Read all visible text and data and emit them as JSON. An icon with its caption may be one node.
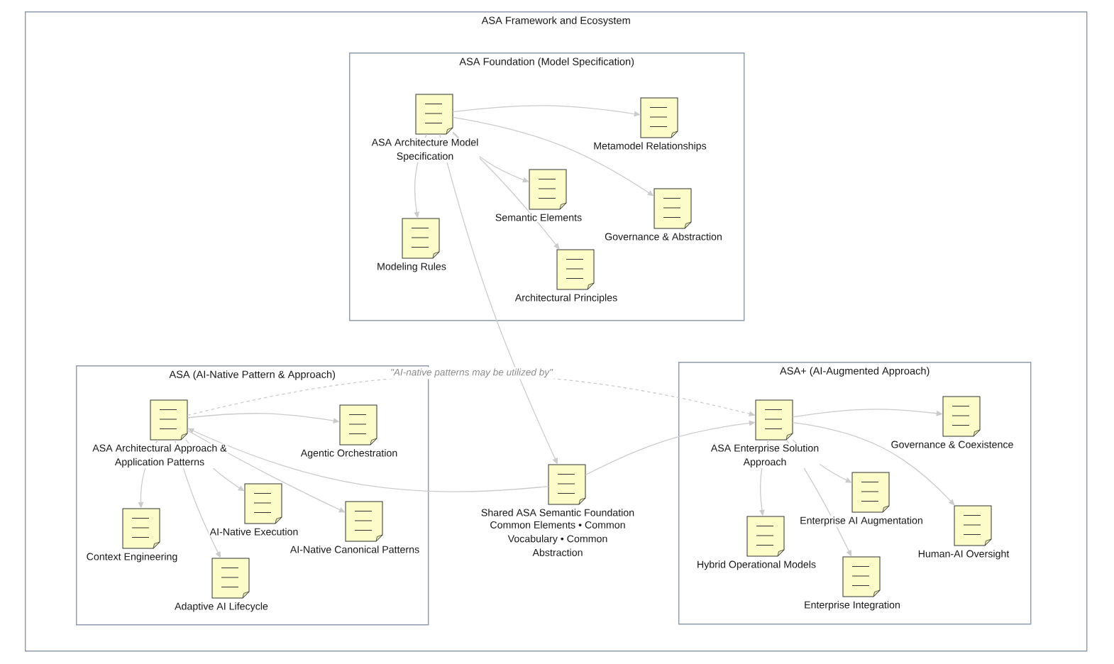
{
  "diagram": {
    "nodes": [
      {
        "text": [
          "ASA Framework and Ecosystem"
        ]
      },
      {
        "text": [
          "ASA Foundation (Model Specification)"
        ],
        "in": 0
      },
      {
        "text": [
          "ASA Architecture Model Specification"
        ],
        "in": 1
      },
      {
        "text": [
          "Metamodel Relationships"
        ],
        "in": 1
      },
      {
        "text": [
          "Semantic Elements"
        ],
        "in": 1
      },
      {
        "text": [
          "Governance & Abstraction"
        ],
        "in": 1
      },
      {
        "text": [
          "Modeling Rules"
        ],
        "in": 1
      },
      {
        "text": [
          "Architectural Principles"
        ],
        "in": 1
      },
      {
        "text": [
          "ASA (AI-Native Pattern & Approach)"
        ],
        "in": 0
      },
      {
        "text": [
          "ASA Architectural Approach & Application Patterns"
        ],
        "in": 8
      },
      {
        "text": [
          "Agentic Orchestration"
        ],
        "in": 8
      },
      {
        "text": [
          "AI-Native Execution"
        ],
        "in": 8
      },
      {
        "text": [
          "AI-Native Canonical Patterns"
        ],
        "in": 8
      },
      {
        "text": [
          "Context Engineering"
        ],
        "in": 8
      },
      {
        "text": [
          "Adaptive AI Lifecycle"
        ],
        "in": 8
      },
      {
        "text": [
          "Shared ASA Semantic Foundation",
          "Common Elements • Common Vocabulary • Common Abstraction"
        ],
        "in": 0
      },
      {
        "text": [
          "ASA+ (AI-Augmented Approach)"
        ],
        "in": 0
      },
      {
        "text": [
          "ASA Enterprise Solution Approach"
        ],
        "in": 16
      },
      {
        "text": [
          "Governance & Coexistence"
        ],
        "in": 16
      },
      {
        "text": [
          "Enterprise AI Augmentation"
        ],
        "in": 16
      },
      {
        "text": [
          "Human-AI Oversight"
        ],
        "in": 16
      },
      {
        "text": [
          "Hybrid Operational Models"
        ],
        "in": 16
      },
      {
        "text": [
          "Enterprise Integration"
        ],
        "in": 16
      }
    ],
    "edges": [
      {
        "from": 2,
        "to": 3,
        "arrow": "to"
      },
      {
        "from": 2,
        "to": 4,
        "arrow": "to"
      },
      {
        "from": 2,
        "to": 5,
        "arrow": "to"
      },
      {
        "from": 2,
        "to": 6,
        "arrow": "to"
      },
      {
        "from": 2,
        "to": 7,
        "arrow": "to"
      },
      {
        "from": 2,
        "to": 15,
        "arrow": "to"
      },
      {
        "from": 9,
        "to": 10,
        "arrow": "to"
      },
      {
        "from": 9,
        "to": 11,
        "arrow": "to"
      },
      {
        "from": 9,
        "to": 12,
        "arrow": "to"
      },
      {
        "from": 9,
        "to": 13,
        "arrow": "to"
      },
      {
        "from": 9,
        "to": 14,
        "arrow": "to"
      },
      {
        "from": 15,
        "to": 9,
        "arrow": "to"
      },
      {
        "from": 15,
        "to": 17,
        "arrow": "to"
      },
      {
        "from": 9,
        "to": 17,
        "arrow": "to",
        "style": "dashed",
        "label": "\"AI-native patterns may be utilized by\""
      },
      {
        "from": 17,
        "to": 18,
        "arrow": "to"
      },
      {
        "from": 17,
        "to": 19,
        "arrow": "to"
      },
      {
        "from": 17,
        "to": 20,
        "arrow": "to"
      },
      {
        "from": 17,
        "to": 21,
        "arrow": "to"
      },
      {
        "from": 17,
        "to": 22,
        "arrow": "to"
      }
    ]
  }
}
